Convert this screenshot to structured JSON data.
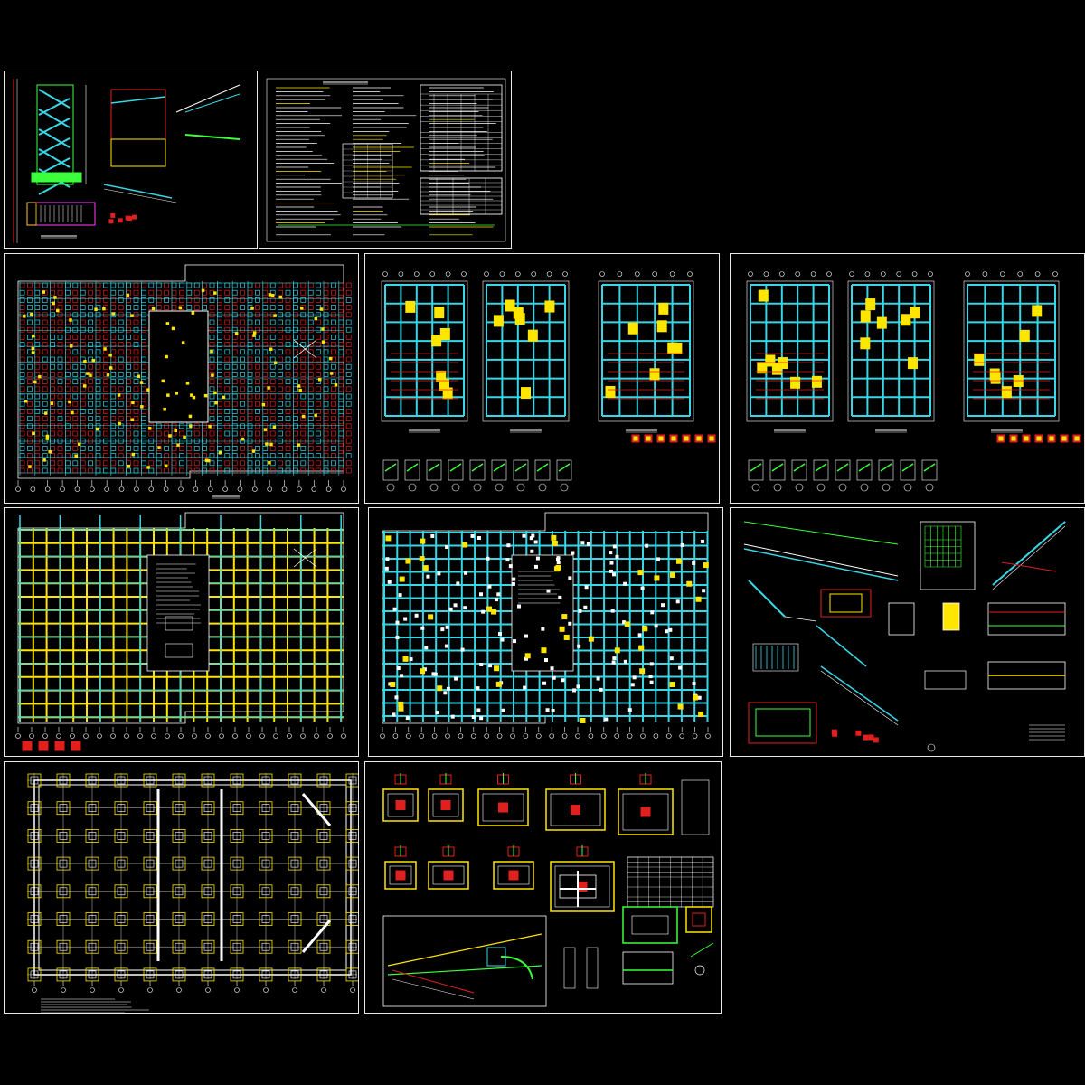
{
  "title": "",
  "colors": {
    "background": "#000000",
    "frame": "#e8e8e8",
    "cyan": "#39d6e6",
    "yellow": "#ffe600",
    "green": "#3cff3c",
    "red": "#e0201e",
    "white": "#ffffff",
    "magenta": "#ff40ff"
  },
  "sheets": [
    {
      "id": "s1",
      "kind": "stair-sections"
    },
    {
      "id": "s2",
      "kind": "general-notes"
    },
    {
      "id": "s3",
      "kind": "slab-plan-dense"
    },
    {
      "id": "s4",
      "kind": "triple-floor-plans"
    },
    {
      "id": "s5",
      "kind": "triple-floor-plans-2"
    },
    {
      "id": "s6",
      "kind": "beam-plan-yellow"
    },
    {
      "id": "s7",
      "kind": "beam-plan-cyan"
    },
    {
      "id": "s8",
      "kind": "ramp-details"
    },
    {
      "id": "s9",
      "kind": "foundation-plan"
    },
    {
      "id": "s10",
      "kind": "footing-details"
    }
  ]
}
